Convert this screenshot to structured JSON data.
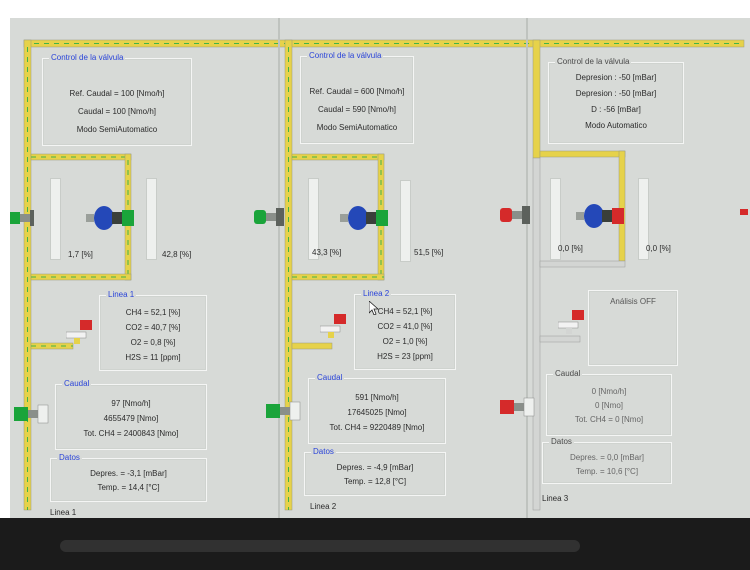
{
  "colors": {
    "pipe_gas": "#e6d24a",
    "pipe_dash": "#41b34a",
    "pipe_off": "#b9bcb9",
    "valve_blue": "#2448b8",
    "valve_green": "#1aa43a",
    "valve_red": "#d52a2a",
    "title_blue": "#2a44d8"
  },
  "lanes": [
    {
      "label": "Linea 1",
      "control": {
        "title": "Control de la válvula",
        "lines": [
          "Ref. Caudal = 100 [Nmo/h]",
          "Caudal = 100 [Nmo/h]",
          "Modo SemiAutomatico"
        ]
      },
      "gauge_left": {
        "value": "1,7 [%]",
        "level": 0.017
      },
      "gauge_right": {
        "value": "42,8 [%]",
        "level": 0.428
      },
      "valve_state": "green",
      "analysis": {
        "title": "Linea 1",
        "lines": [
          "CH4 = 52,1 [%]",
          "CO2 = 40,7 [%]",
          "O2 = 0,8 [%]",
          "H2S = 11 [ppm]"
        ]
      },
      "caudal": {
        "title": "Caudal",
        "lines": [
          "97 [Nmo/h]",
          "4655479 [Nmo]",
          "Tot. CH4 = 2400843 [Nmo]"
        ]
      },
      "datos": {
        "title": "Datos",
        "lines": [
          "Depres. = -3,1 [mBar]",
          "Temp. = 14,4 [°C]"
        ]
      }
    },
    {
      "label": "Linea 2",
      "control": {
        "title": "Control de la válvula",
        "lines": [
          "Ref. Caudal = 600 [Nmo/h]",
          "Caudal = 590 [Nmo/h]",
          "Modo SemiAutomatico"
        ]
      },
      "gauge_left": {
        "value": "43,3 [%]",
        "level": 0.433
      },
      "gauge_right": {
        "value": "51,5 [%]",
        "level": 0.515
      },
      "valve_state": "green",
      "analysis": {
        "title": "Linea 2",
        "lines": [
          "CH4 = 52,1 [%]",
          "CO2 = 41,0 [%]",
          "O2 = 1,0 [%]",
          "H2S = 23 [ppm]"
        ]
      },
      "caudal": {
        "title": "Caudal",
        "lines": [
          "591 [Nmo/h]",
          "17645025 [Nmo]",
          "Tot. CH4 = 9220489 [Nmo]"
        ]
      },
      "datos": {
        "title": "Datos",
        "lines": [
          "Depres. = -4,9 [mBar]",
          "Temp. = 12,8 [°C]"
        ]
      }
    },
    {
      "label": "Linea 3",
      "control": {
        "title": "Control de la válvula",
        "lines": [
          "Depresion : -50 [mBar]",
          "Depresion : -50 [mBar]",
          "D : -56 [mBar]",
          "Modo Automatico"
        ]
      },
      "gauge_left": {
        "value": "0,0 [%]",
        "level": 0
      },
      "gauge_right": {
        "value": "0,0 [%]",
        "level": 0
      },
      "valve_state": "red",
      "analysis": {
        "title": "Análisis OFF",
        "lines": []
      },
      "caudal": {
        "title": "Caudal",
        "lines": [
          "0 [Nmo/h]",
          "0 [Nmo]",
          "Tot. CH4 = 0 [Nmo]"
        ]
      },
      "datos": {
        "title": "Datos",
        "lines": [
          "Depres. = 0,0 [mBar]",
          "Temp. = 10,6 [°C]"
        ]
      }
    }
  ]
}
